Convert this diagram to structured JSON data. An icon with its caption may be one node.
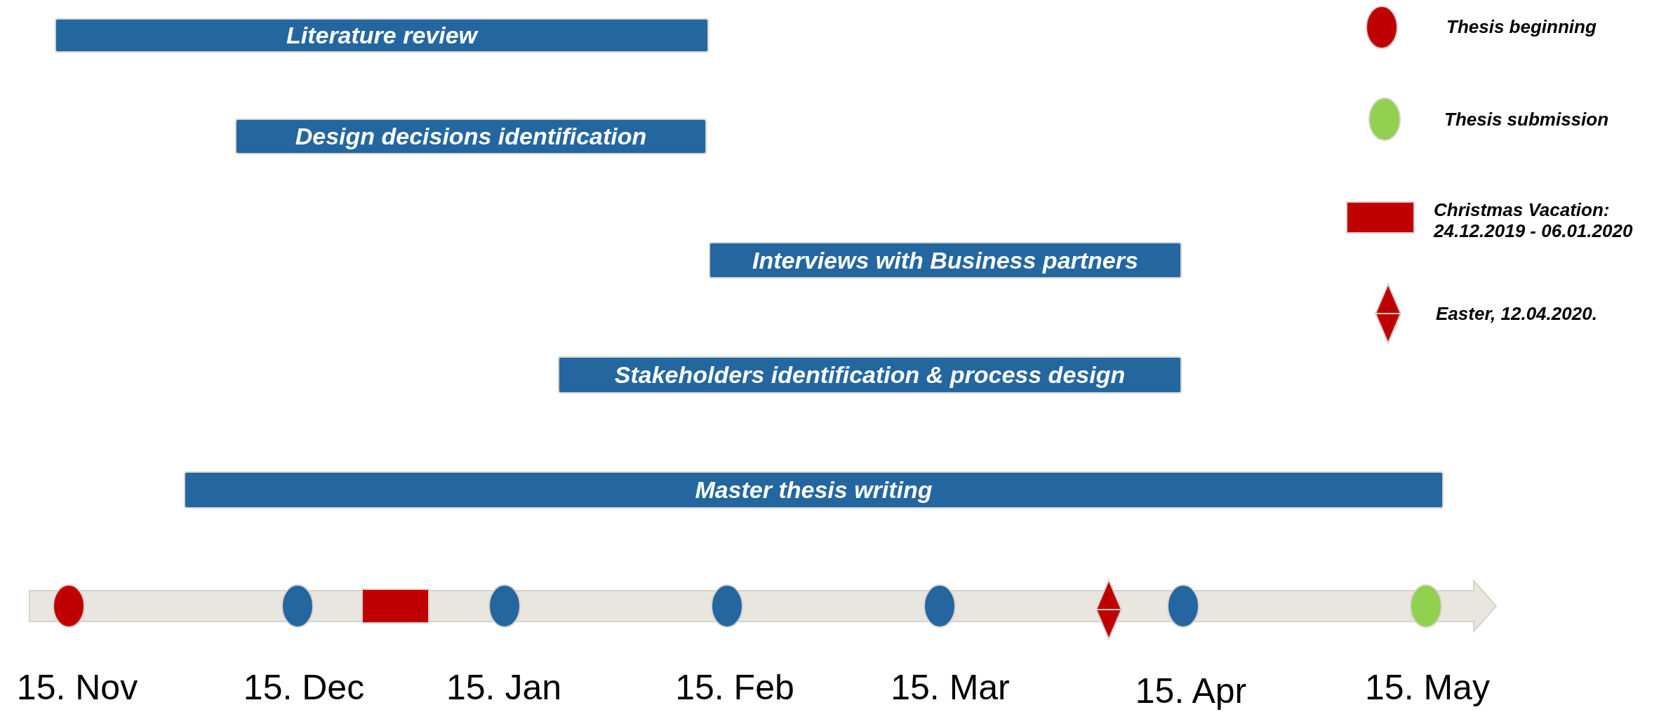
{
  "diagram": {
    "nodes": [
      {
        "text": [
          "Literature review"
        ]
      },
      {
        "text": [
          "Design decisions identification"
        ]
      },
      {
        "text": [
          "Interviews with Business partners"
        ]
      },
      {
        "text": [
          "Stakeholders identification & process design"
        ]
      },
      {
        "text": [
          "Master thesis writing"
        ]
      }
    ],
    "labels": [
      "15. Nov",
      "15. Dec",
      "15. Jan",
      "15. Feb",
      "15. Mar",
      "15. Apr",
      "15. May"
    ],
    "legend": [
      {
        "text": "Thesis beginning",
        "color": "#c00000"
      },
      {
        "text": "Thesis submission",
        "color": "#92d050"
      },
      {
        "text": "Christmas Vacation: 24.12.2019 - 06.01.2020",
        "color": "#c00000"
      },
      {
        "text": "Easter, 12.04.2020.",
        "color": "#c00000"
      }
    ]
  }
}
